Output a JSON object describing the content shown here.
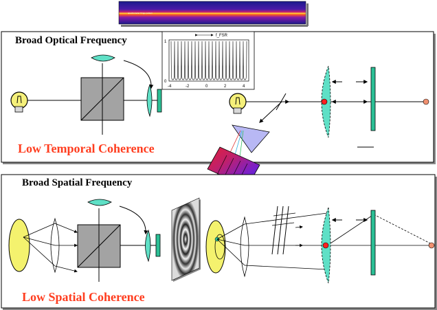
{
  "top_strip": {
    "caption": "spectrometer fringe pattern"
  },
  "panel_top": {
    "title": "Broad Optical Frequency",
    "coherence_label": "Low Temporal Coherence"
  },
  "panel_bottom": {
    "title": "Broad Spatial Frequency",
    "coherence_label": "Low Spatial Coherence"
  },
  "inset_plot": {
    "y_ticks": [
      "1",
      "0"
    ],
    "x_ticks": [
      "-4",
      "-2",
      "0",
      "2",
      "4"
    ],
    "annotation": "f_FSR",
    "peak_count": 23
  },
  "colors": {
    "lens_fill": "#5fe0c6",
    "mirror_fill": "#2bbf95",
    "bulb_fill": "#f5f07a",
    "source_disc": "#f4f26e",
    "coherence_text": "#ff3d1f",
    "beamsplitter": "#a3a3a3",
    "prism": "#b8b8f4"
  }
}
